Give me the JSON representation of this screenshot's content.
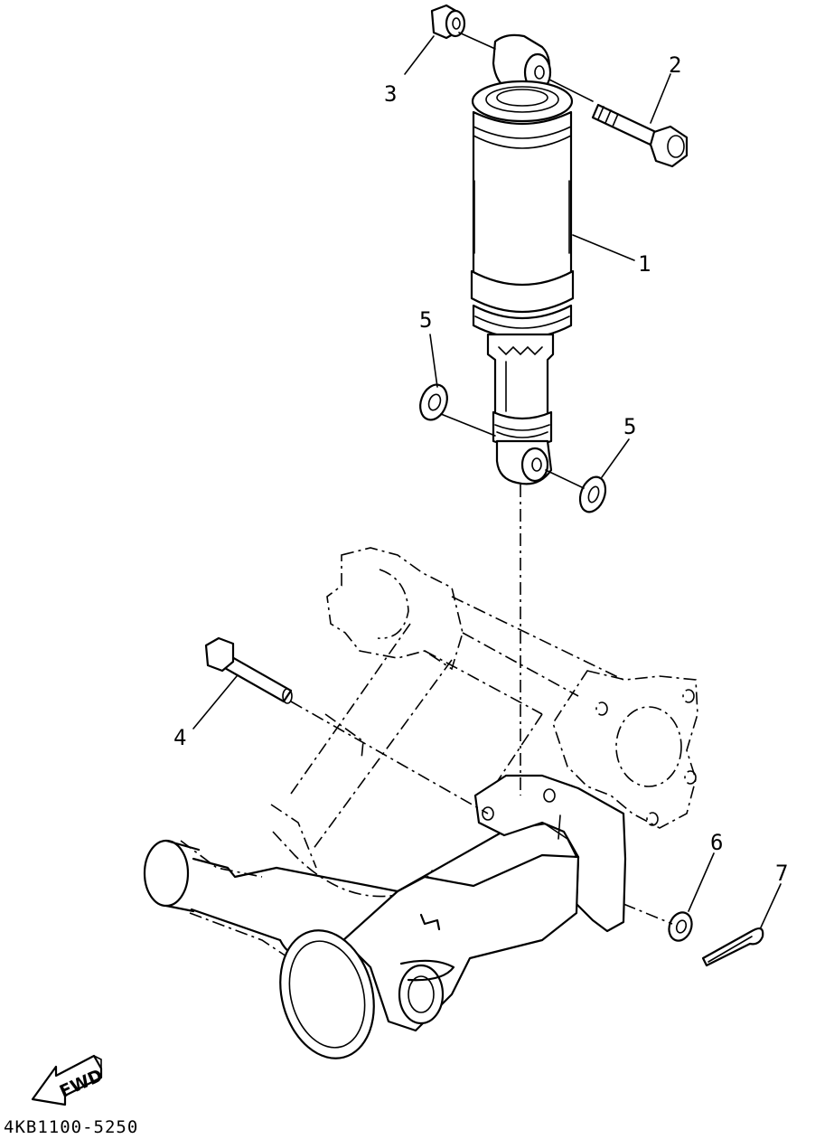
{
  "callouts": [
    {
      "id": "1",
      "label": "1"
    },
    {
      "id": "2",
      "label": "2"
    },
    {
      "id": "3",
      "label": "3"
    },
    {
      "id": "4",
      "label": "4"
    },
    {
      "id": "5a",
      "label": "5"
    },
    {
      "id": "5b",
      "label": "5"
    },
    {
      "id": "6",
      "label": "6"
    },
    {
      "id": "7",
      "label": "7"
    }
  ],
  "fwd_label": "FWD",
  "diagram_code": "4KB1100-5250"
}
